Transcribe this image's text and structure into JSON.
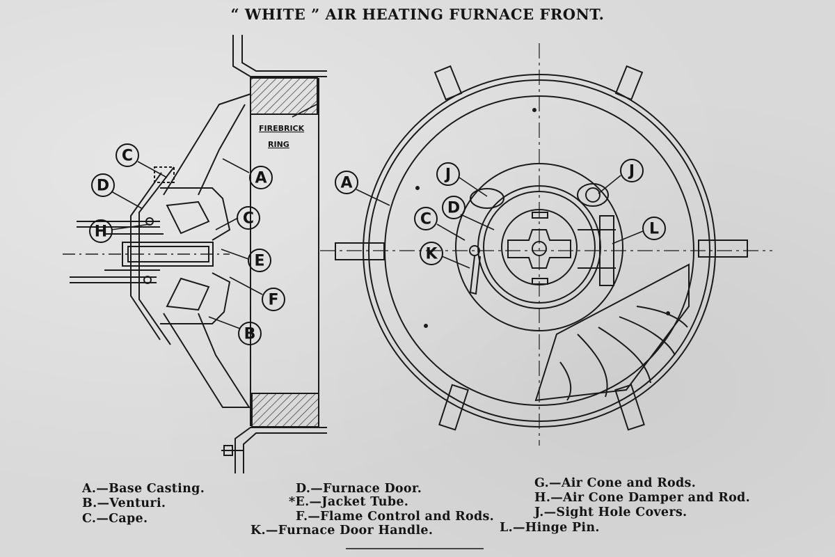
{
  "title": "“ WHITE ” AIR HEATING FURNACE FRONT.",
  "firebrick_label_line1": "FIREBRICK",
  "firebrick_label_line2": "RING",
  "callouts": {
    "A": "A",
    "B": "B",
    "C": "C",
    "D": "D",
    "E": "E",
    "F": "F",
    "H": "H",
    "J": "J",
    "K": "K",
    "L": "L"
  },
  "legend": [
    "A.—Base Casting.",
    "B.—Venturi.",
    "C.—Cape.",
    "D.—Furnace Door.",
    "*E.—Jacket Tube.",
    "F.—Flame Control and Rods.",
    "K.—Furnace Door Handle.",
    "G.—Air Cone and Rods.",
    "H.—Air Cone Damper and Rod.",
    "J.—Sight Hole Covers.",
    "L.—Hinge Pin."
  ],
  "colors": {
    "paper": "#d9d9d9",
    "ink": "#141414"
  }
}
